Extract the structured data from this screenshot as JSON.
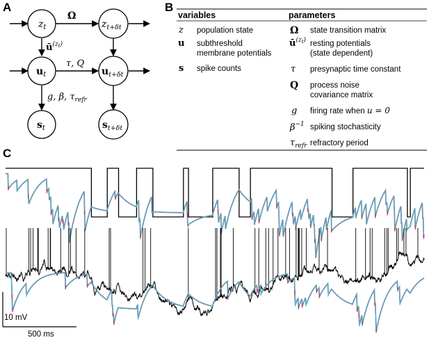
{
  "panels": {
    "a": "A",
    "b": "B",
    "c": "C"
  },
  "diagram": {
    "z_t": "z",
    "z_t_sub": "t",
    "z_next": "z",
    "z_next_sub": "t+δt",
    "u_t": "u",
    "u_t_sub": "t",
    "u_next": "u",
    "u_next_sub": "t+δt",
    "s_t": "s",
    "s_t_sub": "t",
    "s_next": "s",
    "s_next_sub": "t+δt",
    "omega": "Ω",
    "ubar_label": "ū",
    "ubar_sup": "(z",
    "ubar_sup_sub": "t",
    "ubar_sup_close": ")",
    "tau_q": "τ, Q",
    "spike_params": "g, β, τ",
    "spike_params_sub": "refr"
  },
  "table": {
    "variables_header": "variables",
    "parameters_header": "parameters",
    "variables": [
      {
        "sym": "z",
        "desc1": "population state",
        "desc2": ""
      },
      {
        "sym": "u",
        "desc1": "subthreshold",
        "desc2": "membrane potentials"
      },
      {
        "sym": "s",
        "desc1": "spike counts",
        "desc2": ""
      }
    ],
    "parameters": [
      {
        "sym": "Ω",
        "desc1": "state transition matrix",
        "desc2": ""
      },
      {
        "sym": "ū",
        "sym_sup": "(z",
        "sym_sub": "t",
        "desc1": "resting potentials",
        "desc2": "(state dependent)"
      },
      {
        "sym": "τ",
        "desc1": "presynaptic time constant",
        "desc2": ""
      },
      {
        "sym": "Q",
        "desc1": "process noise",
        "desc2": "covariance matrix"
      },
      {
        "sym": "g",
        "desc1": "firing rate when ",
        "desc1_math": "u = 0",
        "desc2": ""
      },
      {
        "sym": "β",
        "sym_sup": "−1",
        "desc1": "spiking stochasticity",
        "desc2": ""
      },
      {
        "sym": "τ",
        "sym_sub": "refr",
        "desc1": "refractory period",
        "desc2": ""
      }
    ]
  },
  "scalebar": {
    "voltage": "10 mV",
    "time": "500 ms"
  },
  "colors": {
    "trace": "#000000",
    "fit": "#6a9ab4",
    "spike_red": "#d03050",
    "spike_cyan": "#40d0e8"
  },
  "state_sequence": [
    {
      "t": 0.0,
      "state": 1
    },
    {
      "t": 0.205,
      "state": 0
    },
    {
      "t": 0.243,
      "state": 1
    },
    {
      "t": 0.27,
      "state": 0
    },
    {
      "t": 0.313,
      "state": 1
    },
    {
      "t": 0.352,
      "state": 0
    },
    {
      "t": 0.425,
      "state": 1
    },
    {
      "t": 0.437,
      "state": 0
    },
    {
      "t": 0.495,
      "state": 1
    },
    {
      "t": 0.558,
      "state": 0
    },
    {
      "t": 0.585,
      "state": 1
    },
    {
      "t": 0.78,
      "state": 0
    },
    {
      "t": 0.83,
      "state": 1
    },
    {
      "t": 0.96,
      "state": 0
    },
    {
      "t": 0.967,
      "state": 1
    }
  ]
}
